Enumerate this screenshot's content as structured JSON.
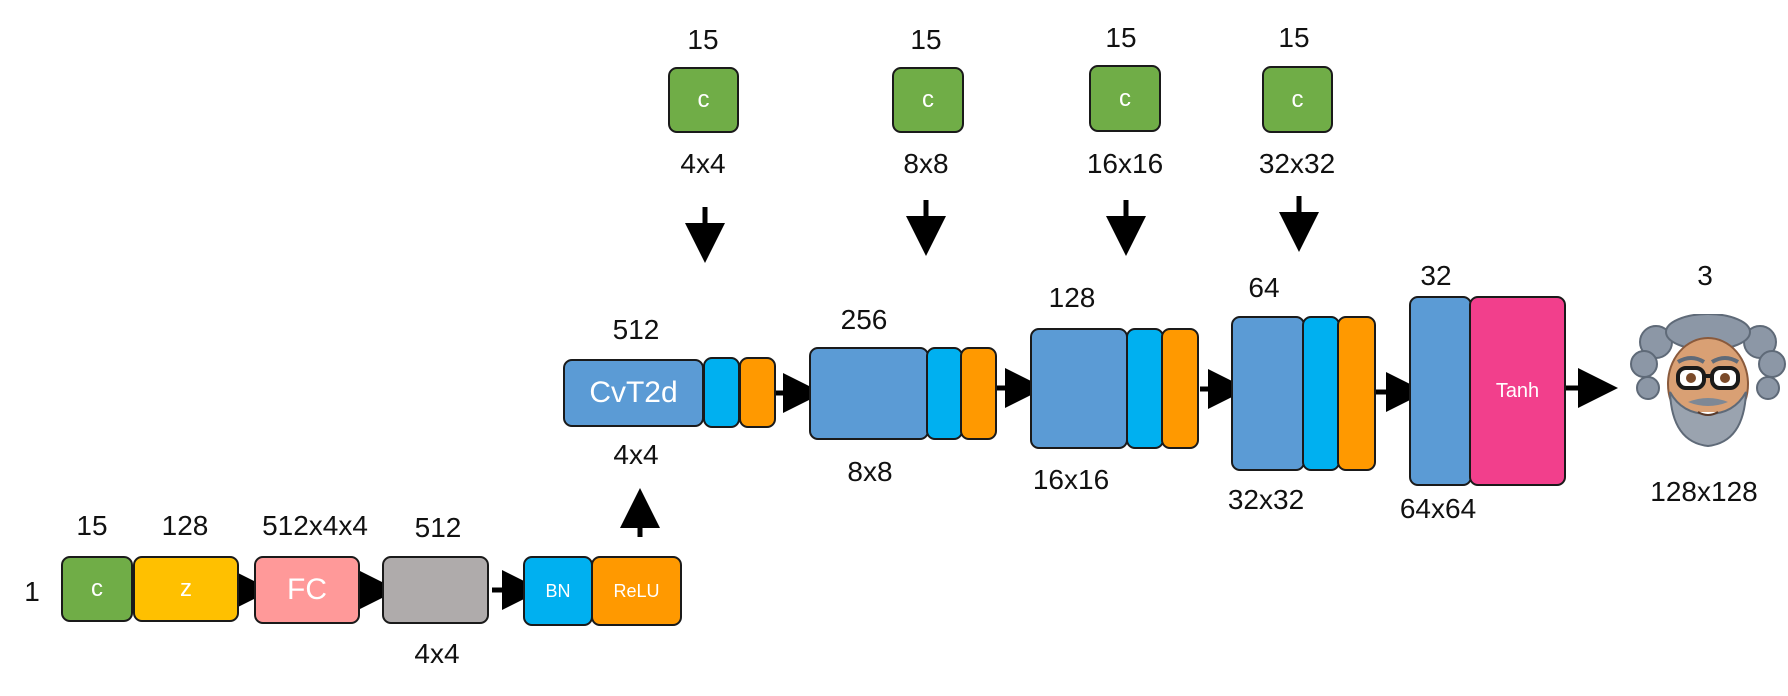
{
  "input": {
    "row_label": "1",
    "c_label": "c",
    "c_dim": "15",
    "z_label": "z",
    "z_dim": "128",
    "fc_label": "FC",
    "fc_dim": "512x4x4",
    "reshape_dim": "512",
    "reshape_size": "4x4",
    "bn_label": "BN",
    "relu_label": "ReLU"
  },
  "blocks": [
    {
      "channels": "512",
      "size": "4x4",
      "label": "CvT2d",
      "cond_dim": "15",
      "cond_label": "c",
      "cond_size": "4x4"
    },
    {
      "channels": "256",
      "size": "8x8",
      "label": "",
      "cond_dim": "15",
      "cond_label": "c",
      "cond_size": "8x8"
    },
    {
      "channels": "128",
      "size": "16x16",
      "label": "",
      "cond_dim": "15",
      "cond_label": "c",
      "cond_size": "16x16"
    },
    {
      "channels": "64",
      "size": "32x32",
      "label": "",
      "cond_dim": "15",
      "cond_label": "c",
      "cond_size": "32x32"
    }
  ],
  "final": {
    "channels": "32",
    "size": "64x64",
    "act_label": "Tanh"
  },
  "output": {
    "channels": "3",
    "size": "128x128"
  },
  "colors": {
    "c": "#70AD47",
    "z": "#FFC000",
    "fc": "#FF9999",
    "reshape": "#AFABAB",
    "bn": "#00B0F0",
    "relu": "#FF9900",
    "conv": "#5B9BD5",
    "tanh": "#F23F8C"
  }
}
